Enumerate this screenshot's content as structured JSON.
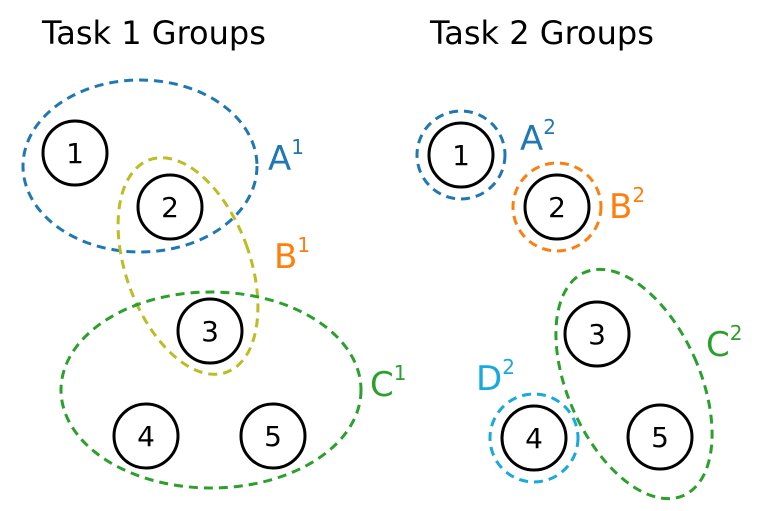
{
  "titles": {
    "task1": "Task 1 Groups",
    "task2": "Task 2 Groups"
  },
  "colors": {
    "blue": "#1f77b4",
    "olive": "#bcbd22",
    "green": "#2ca02c",
    "orange": "#ff7f0e",
    "light_blue": "#17a9e0"
  },
  "task1": {
    "nodes": [
      "1",
      "2",
      "3",
      "4",
      "5"
    ],
    "groups": [
      {
        "letter": "A",
        "sup": "1",
        "color": "#1f77b4",
        "members": [
          "1",
          "2"
        ]
      },
      {
        "letter": "B",
        "sup": "1",
        "color": "#ff7f0e",
        "outline_color": "#bcbd22",
        "members": [
          "2",
          "3"
        ]
      },
      {
        "letter": "C",
        "sup": "1",
        "color": "#2ca02c",
        "members": [
          "3",
          "4",
          "5"
        ]
      }
    ]
  },
  "task2": {
    "nodes": [
      "1",
      "2",
      "3",
      "4",
      "5"
    ],
    "groups": [
      {
        "letter": "A",
        "sup": "2",
        "color": "#1f77b4",
        "members": [
          "1"
        ]
      },
      {
        "letter": "B",
        "sup": "2",
        "color": "#ff7f0e",
        "members": [
          "2"
        ]
      },
      {
        "letter": "C",
        "sup": "2",
        "color": "#2ca02c",
        "members": [
          "3",
          "5"
        ]
      },
      {
        "letter": "D",
        "sup": "2",
        "color": "#17a9e0",
        "members": [
          "4"
        ]
      }
    ]
  }
}
